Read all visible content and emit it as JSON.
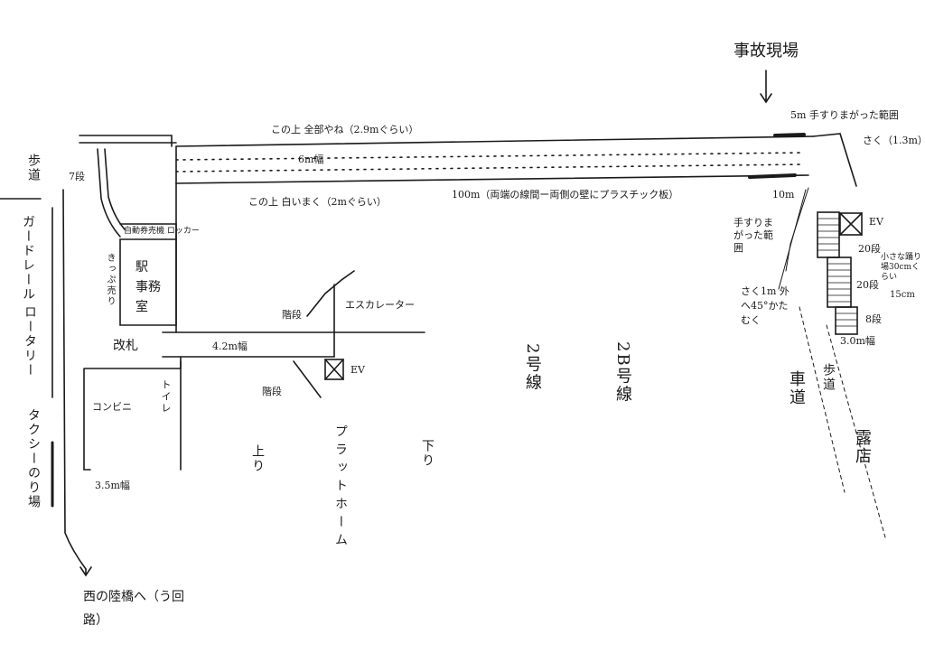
{
  "labels": {
    "accident_site": "事故現場",
    "handrail_bent_5m": "5m 手すりまがった範囲",
    "fence_13m": "さく（1.3m）",
    "roof_all": "この上 全部やね（2.9mぐらい）",
    "width_6m": "6m幅",
    "white_curtain": "この上 白いまく（2mぐらい）",
    "length_100m": "100m（両端の線間ー両側の壁にプラスチック板）",
    "len_10m": "10m",
    "ev_right": "EV",
    "handrail_bent_range": "手すりまがった範囲",
    "steps_20_a": "20段",
    "steps_20_b": "20段",
    "steps_8": "8段",
    "small_landing": "小さな踊り場30cmくらい",
    "depth_15cm": "15cm",
    "fence_1m": "さく1m 外へ45°かたむく",
    "width_30m": "3.0m幅",
    "steps_7": "7段",
    "walkway_left": "歩道",
    "guardrail": "ガードレール",
    "rotary": "ロータリー",
    "taxi_stand": "タクシーのり場",
    "ticket_machine_locker": "自動券売機 ロッカー",
    "ticket_mach_vertical": "きっぷ売り",
    "station_office": "駅 事務室",
    "ticket_gate": "改札",
    "width_42m": "4.2m幅",
    "convenience": "コンビニ",
    "toilet": "トイレ",
    "stairs_a": "階段",
    "escalator": "エスカレーター",
    "ev_center": "EV",
    "stairs_b": "階段",
    "up": "上り",
    "platform": "プラットホーム",
    "down": "下り",
    "line_2": "2号線",
    "line_2b": "2B号線",
    "roadway": "車道",
    "walkway_right": "歩道",
    "stalls": "露店",
    "width_35m": "3.5m幅",
    "to_west_bridge": "西の陸橋へ（う回路）"
  }
}
